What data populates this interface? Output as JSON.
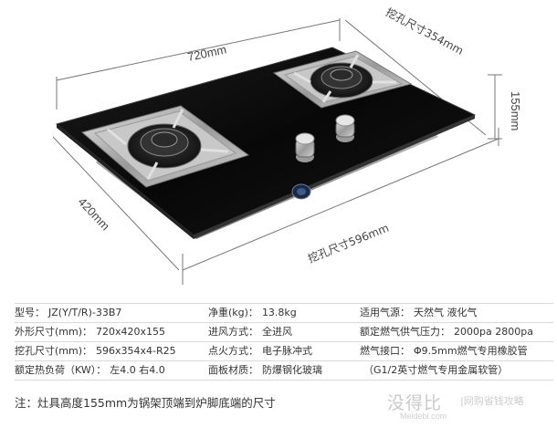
{
  "dimensions": {
    "width": "720mm",
    "depth": "420mm",
    "height": "155mm",
    "cutout_width": "挖孔尺寸596mm",
    "cutout_depth": "挖孔尺寸354mm"
  },
  "specs": [
    [
      {
        "label": "型号：",
        "value": "JZ(Y/T/R)-33B7"
      },
      {
        "label": "净重(kg)：",
        "value": "13.8kg"
      },
      {
        "label": "适用气源：",
        "value": "天然气  液化气"
      }
    ],
    [
      {
        "label": "外形尺寸(mm)：",
        "value": "720x420x155"
      },
      {
        "label": "进风方式：",
        "value": "全进风"
      },
      {
        "label": "额定燃气供气压力：",
        "value": "2000pa  2800pa"
      }
    ],
    [
      {
        "label": "挖孔尺寸(mm)：",
        "value": "596x354x4-R25"
      },
      {
        "label": "点火方式：",
        "value": "电子脉冲式"
      },
      {
        "label": "燃气接口：",
        "value": "Φ9.5mm燃气专用橡胶管"
      }
    ],
    [
      {
        "label": "额定热负荷（KW）：",
        "value": "左4.0 右4.0"
      },
      {
        "label": "面板材质：",
        "value": "防爆钢化玻璃"
      },
      {
        "label": "",
        "value": "（G1/2英寸燃气专用金属软管）"
      }
    ]
  ],
  "note": "注：灶具高度155mm为锅架顶端到炉脚底端的尺寸",
  "watermark": {
    "cn": "没得比",
    "en": "Meidebi.com",
    "slogan": "|网购省钱攻略"
  },
  "colors": {
    "glass": "#0c0c0c",
    "steel": "#b8b8b8",
    "text": "#333333"
  }
}
